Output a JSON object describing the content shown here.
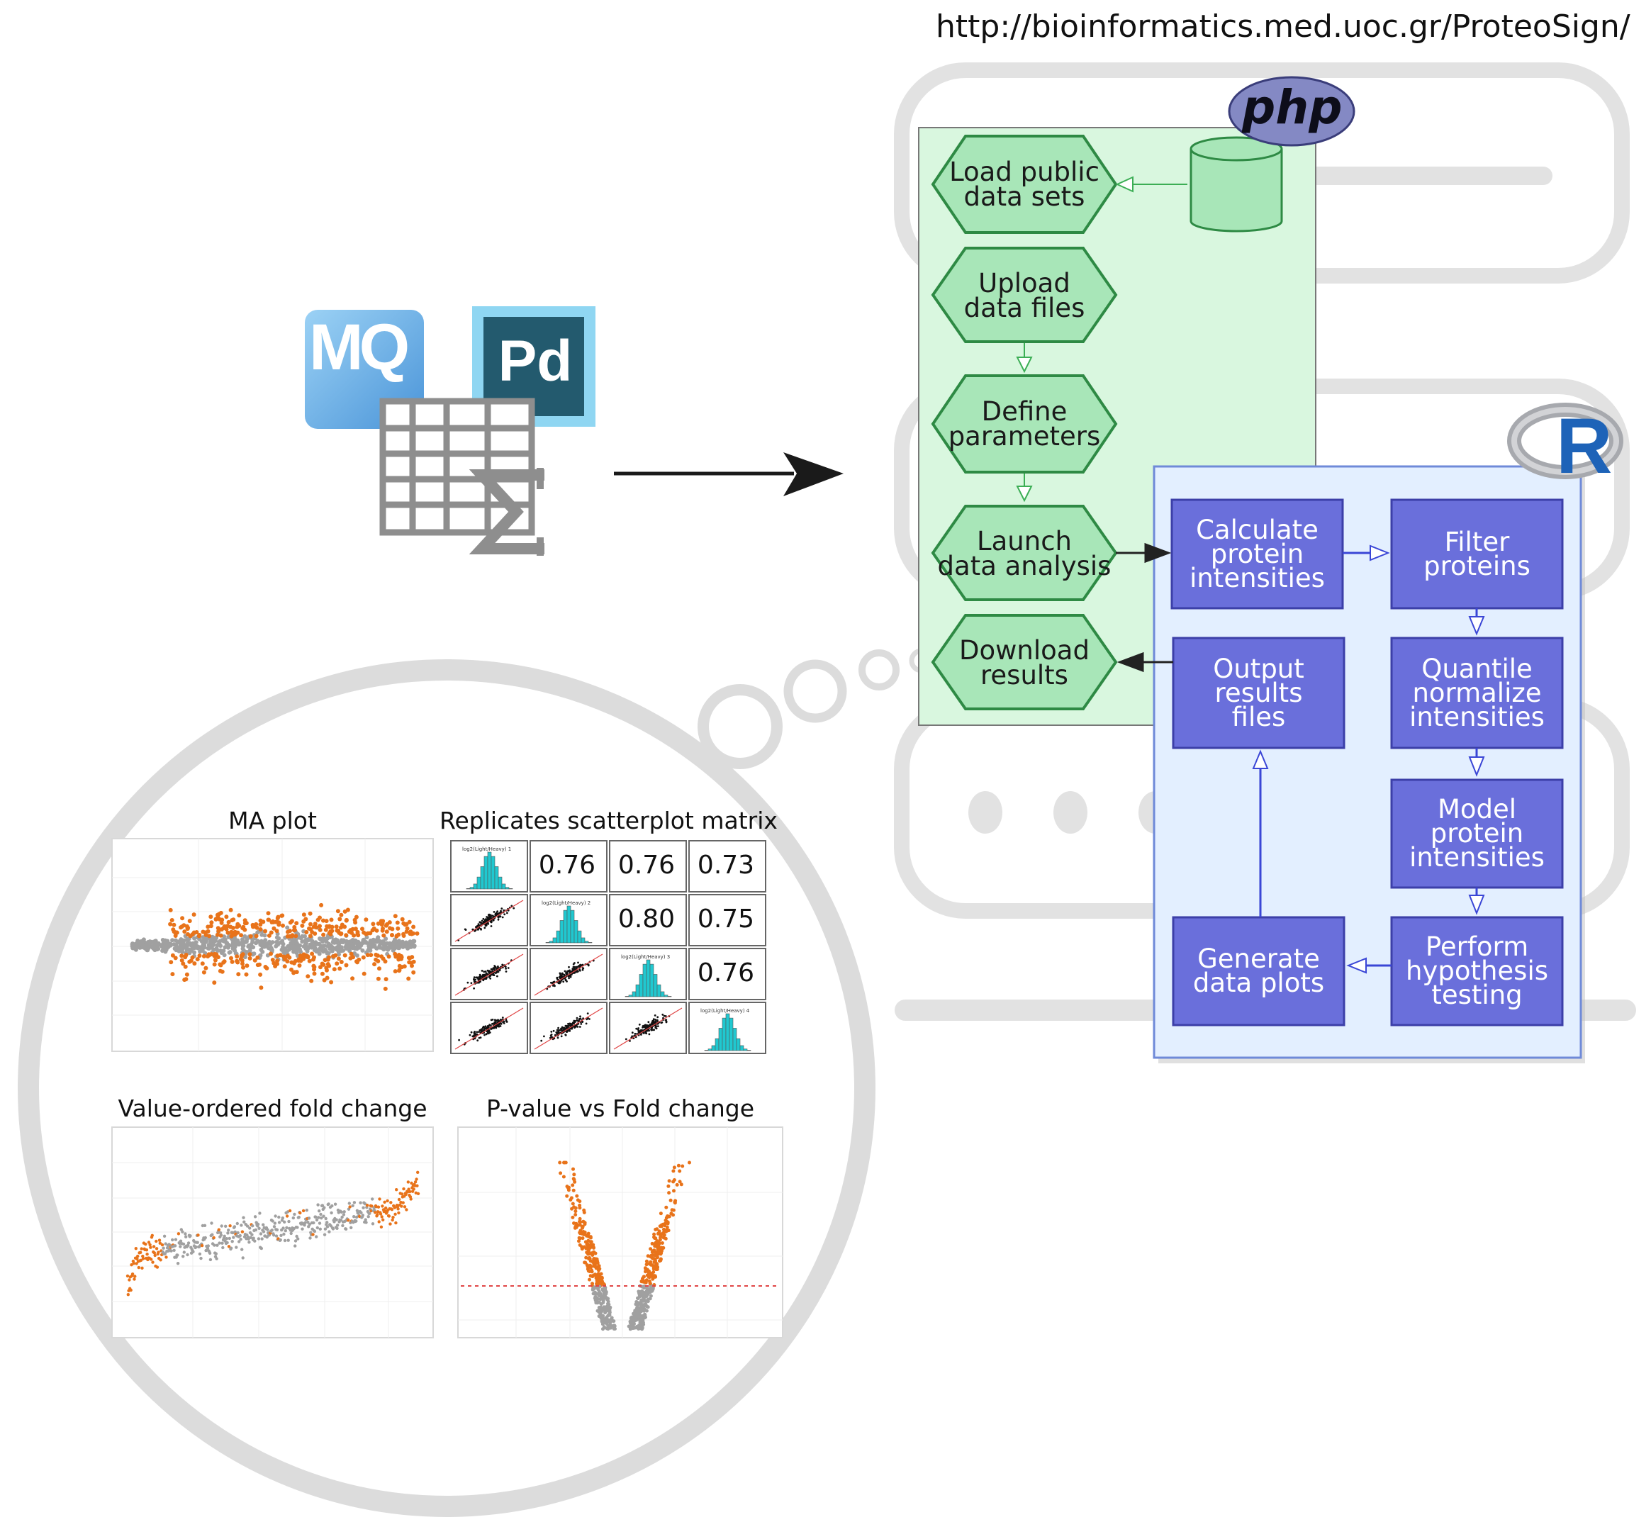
{
  "url": "http://bioinformatics.med.uoc.gr/ProteoSign/",
  "logos": {
    "php": "php",
    "r": "R",
    "maxquant": "MQ",
    "proteome_discoverer": "Pd"
  },
  "php_steps": [
    "Load public\ndata sets",
    "Upload\ndata files",
    "Define\nparameters",
    "Launch\ndata analysis",
    "Download\nresults"
  ],
  "r_steps": {
    "calc": "Calculate\nprotein\nintensities",
    "filter": "Filter\nproteins",
    "quantile": "Quantile\nnormalize\nintensities",
    "model": "Model\nprotein\nintensities",
    "hypothesis": "Perform\nhypothesis\ntesting",
    "plots": "Generate\ndata plots",
    "output": "Output\nresults\nfiles"
  },
  "plots": {
    "ma_title": "MA plot",
    "scatter_title": "Replicates scatterplot matrix",
    "fold_title": "Value-ordered fold change",
    "volcano_title": "P-value vs Fold change",
    "correlations": [
      "0.76",
      "0.76",
      "0.73",
      "0.80",
      "0.75",
      "0.76"
    ],
    "hist_labels": [
      "log2(Light/Heavy) 1",
      "log2(Light/Heavy) 2",
      "log2(Light/Heavy) 3",
      "log2(Light/Heavy) 4"
    ]
  },
  "colors": {
    "php_panel": "#d9f7df",
    "hex_fill": "#a8e6b8",
    "hex_stroke": "#2e8a44",
    "r_panel": "#e3efff",
    "box_fill": "#6a6fdb",
    "arrow_blue": "#3a46d6",
    "orange": "#e8731a",
    "grey_points": "#a0a0a0",
    "teal": "#20c8d0",
    "server_grey": "#e2e2e2"
  }
}
